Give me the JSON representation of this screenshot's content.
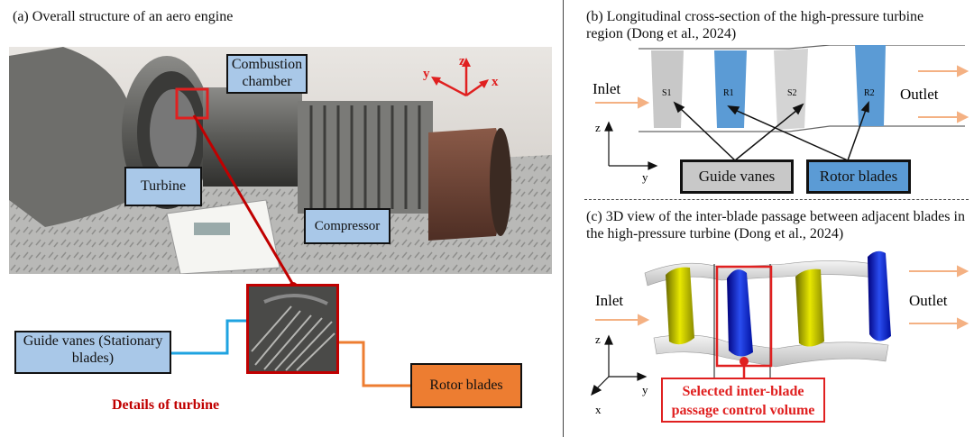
{
  "panel_a": {
    "caption": "(a) Overall structure of an aero engine",
    "labels": {
      "combustion": "Combustion chamber",
      "turbine": "Turbine",
      "compressor": "Compressor",
      "guide_vanes": "Guide vanes (Stationary blades)",
      "rotor_blades": "Rotor blades",
      "details": "Details of turbine"
    },
    "axes": {
      "y": "y",
      "z": "z",
      "x": "x"
    }
  },
  "panel_b": {
    "caption": "(b) Longitudinal cross-section of the high-pressure turbine region (Dong et al., 2024)",
    "inlet": "Inlet",
    "outlet": "Outlet",
    "blades": [
      "S1",
      "R1",
      "S2",
      "R2"
    ],
    "guide_vanes": "Guide vanes",
    "rotor_blades": "Rotor blades",
    "axis_z": "z",
    "axis_y": "y"
  },
  "panel_c": {
    "caption": "(c) 3D view of the inter-blade passage between adjacent blades in the high-pressure turbine (Dong et al., 2024)",
    "inlet": "Inlet",
    "outlet": "Outlet",
    "control_volume": "Selected inter-blade passage control volume",
    "axis_z": "z",
    "axis_y": "y",
    "axis_x": "x"
  },
  "colors": {
    "stator": "#c8c8c8",
    "rotor": "#5b9bd5",
    "label_blue": "#a9c8e8",
    "label_orange": "#ed7d31",
    "highlight_red": "#e02020",
    "details_red": "#c00000",
    "flow_arrow": "#f4b183"
  }
}
